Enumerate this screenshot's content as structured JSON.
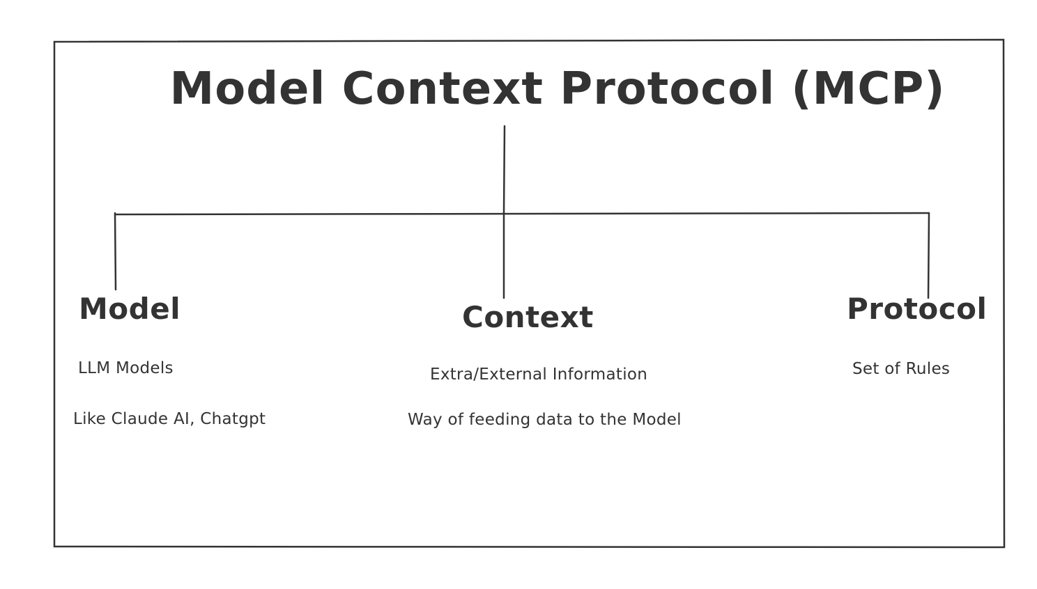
{
  "colors": {
    "ink": "#333333",
    "background": "#ffffff"
  },
  "diagram": {
    "title": "Model Context Protocol (MCP)",
    "branches": [
      {
        "label": "Model",
        "details": [
          "LLM Models",
          "Like Claude AI, Chatgpt"
        ]
      },
      {
        "label": "Context",
        "details": [
          "Extra/External Information",
          "Way of feeding data to the Model"
        ]
      },
      {
        "label": "Protocol",
        "details": [
          "Set of Rules"
        ]
      }
    ]
  }
}
